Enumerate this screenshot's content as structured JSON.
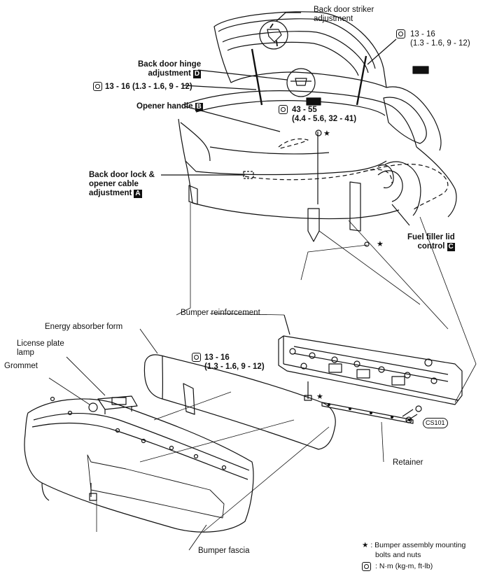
{
  "labels": {
    "striker_line1": "Back door striker",
    "striker_line2": "adjustment",
    "hinge_line1": "Back door hinge",
    "hinge_line2": "adjustment",
    "hinge_badge": "D",
    "opener_handle": "Opener handle",
    "opener_badge": "B",
    "lock_line1": "Back door lock &",
    "lock_line2": "opener cable",
    "lock_line3": "adjustment",
    "lock_badge": "A",
    "fuel_line1": "Fuel filler lid",
    "fuel_line2": "control",
    "fuel_badge": "C",
    "bumper_reinforcement": "Bumper reinforcement",
    "energy_absorber": "Energy absorber form",
    "license_line1": "License plate",
    "license_line2": "lamp",
    "grommet": "Grommet",
    "retainer": "Retainer",
    "bumper_fascia": "Bumper fascia"
  },
  "torques": {
    "struts_nm": "13 - 16",
    "struts_detail": "(1.3 - 1.6, 9 - 12)",
    "hinge": "13 - 16 (1.3 - 1.6, 9 - 12)",
    "bolt_nm": "43 - 55",
    "bolt_detail": "(4.4 - 5.6, 32 - 41)",
    "bumper_nm": "13 - 16",
    "bumper_detail": "(1.3 - 1.6, 9 - 12)"
  },
  "legend": {
    "star_symbol": "★",
    "star_text_1": ": Bumper assembly mounting",
    "star_text_2": "bolts and nuts",
    "torque_units": ": N·m (kg-m, ft-lb)"
  },
  "figure_code": "CS101"
}
